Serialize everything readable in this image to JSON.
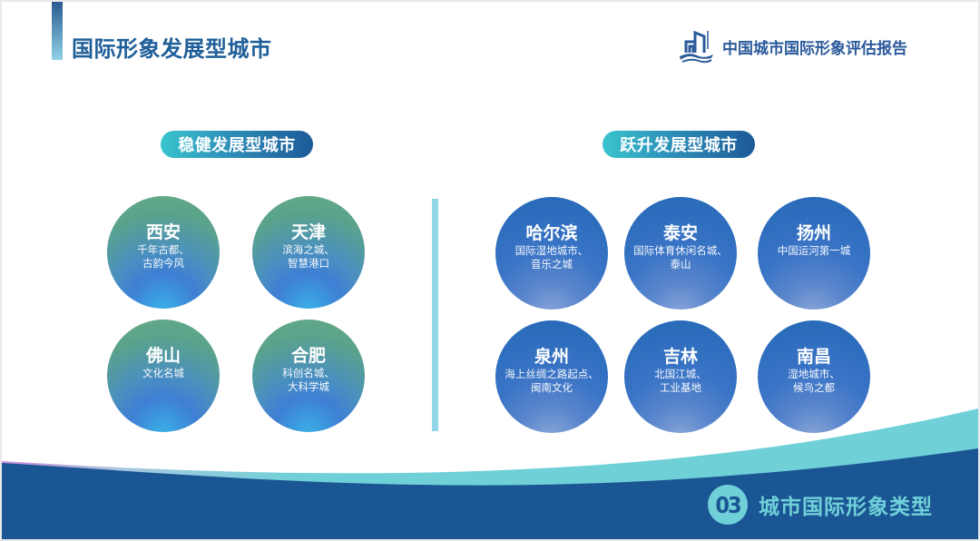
{
  "header": {
    "title": "国际形象发展型城市",
    "brand_text": "中国城市国际形象评估报告",
    "brand_logo_icon": "city-buildings-wave-logo"
  },
  "groups": [
    {
      "label": "稳健发展型城市",
      "cities": [
        {
          "name": "西安",
          "desc": [
            "千年古都、",
            "古韵今风"
          ]
        },
        {
          "name": "天津",
          "desc": [
            "滨海之城、",
            "智慧港口"
          ]
        },
        {
          "name": "佛山",
          "desc": [
            "文化名城"
          ]
        },
        {
          "name": "合肥",
          "desc": [
            "科创名城、",
            "大科学城"
          ]
        }
      ]
    },
    {
      "label": "跃升发展型城市",
      "cities": [
        {
          "name": "哈尔滨",
          "desc": [
            "国际湿地城市、",
            "音乐之城"
          ]
        },
        {
          "name": "泰安",
          "desc": [
            "国际体育休闲名城、",
            "泰山"
          ]
        },
        {
          "name": "扬州",
          "desc": [
            "中国运河第一城"
          ]
        },
        {
          "name": "泉州",
          "desc": [
            "海上丝绸之路起点、",
            "闽南文化"
          ]
        },
        {
          "name": "吉林",
          "desc": [
            "北国江城、",
            "工业基地"
          ]
        },
        {
          "name": "南昌",
          "desc": [
            "湿地城市、",
            "候鸟之都"
          ]
        }
      ]
    }
  ],
  "footer": {
    "section_number": "03",
    "section_title": "城市国际形象类型"
  },
  "colors": {
    "title_blue": "#1f5f99",
    "dark_blue": "#1b5694",
    "teal": "#70d0d8",
    "divider": "#91d6e8"
  }
}
